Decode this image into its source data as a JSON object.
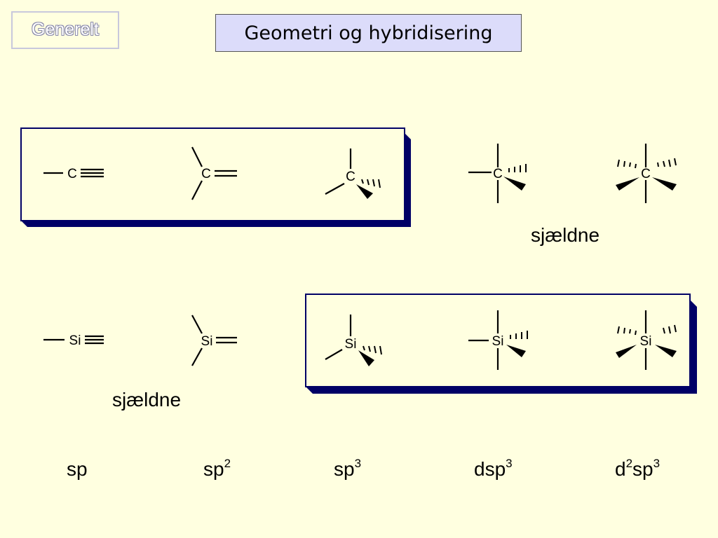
{
  "tab_label": "Generelt",
  "title": "Geometri og hybridisering",
  "atoms": {
    "carbon": "C",
    "silicon": "Si"
  },
  "notes": {
    "carbon_rare": "sjældne",
    "silicon_rare": "sjældne"
  },
  "hybridizations": [
    {
      "main": "sp",
      "sup": ""
    },
    {
      "main": "sp",
      "sup": "2"
    },
    {
      "main": "sp",
      "sup": "3"
    },
    {
      "main": "dsp",
      "sup": "3"
    },
    {
      "pre": "d",
      "pre_sup": "2",
      "main": "sp",
      "sup": "3"
    }
  ]
}
